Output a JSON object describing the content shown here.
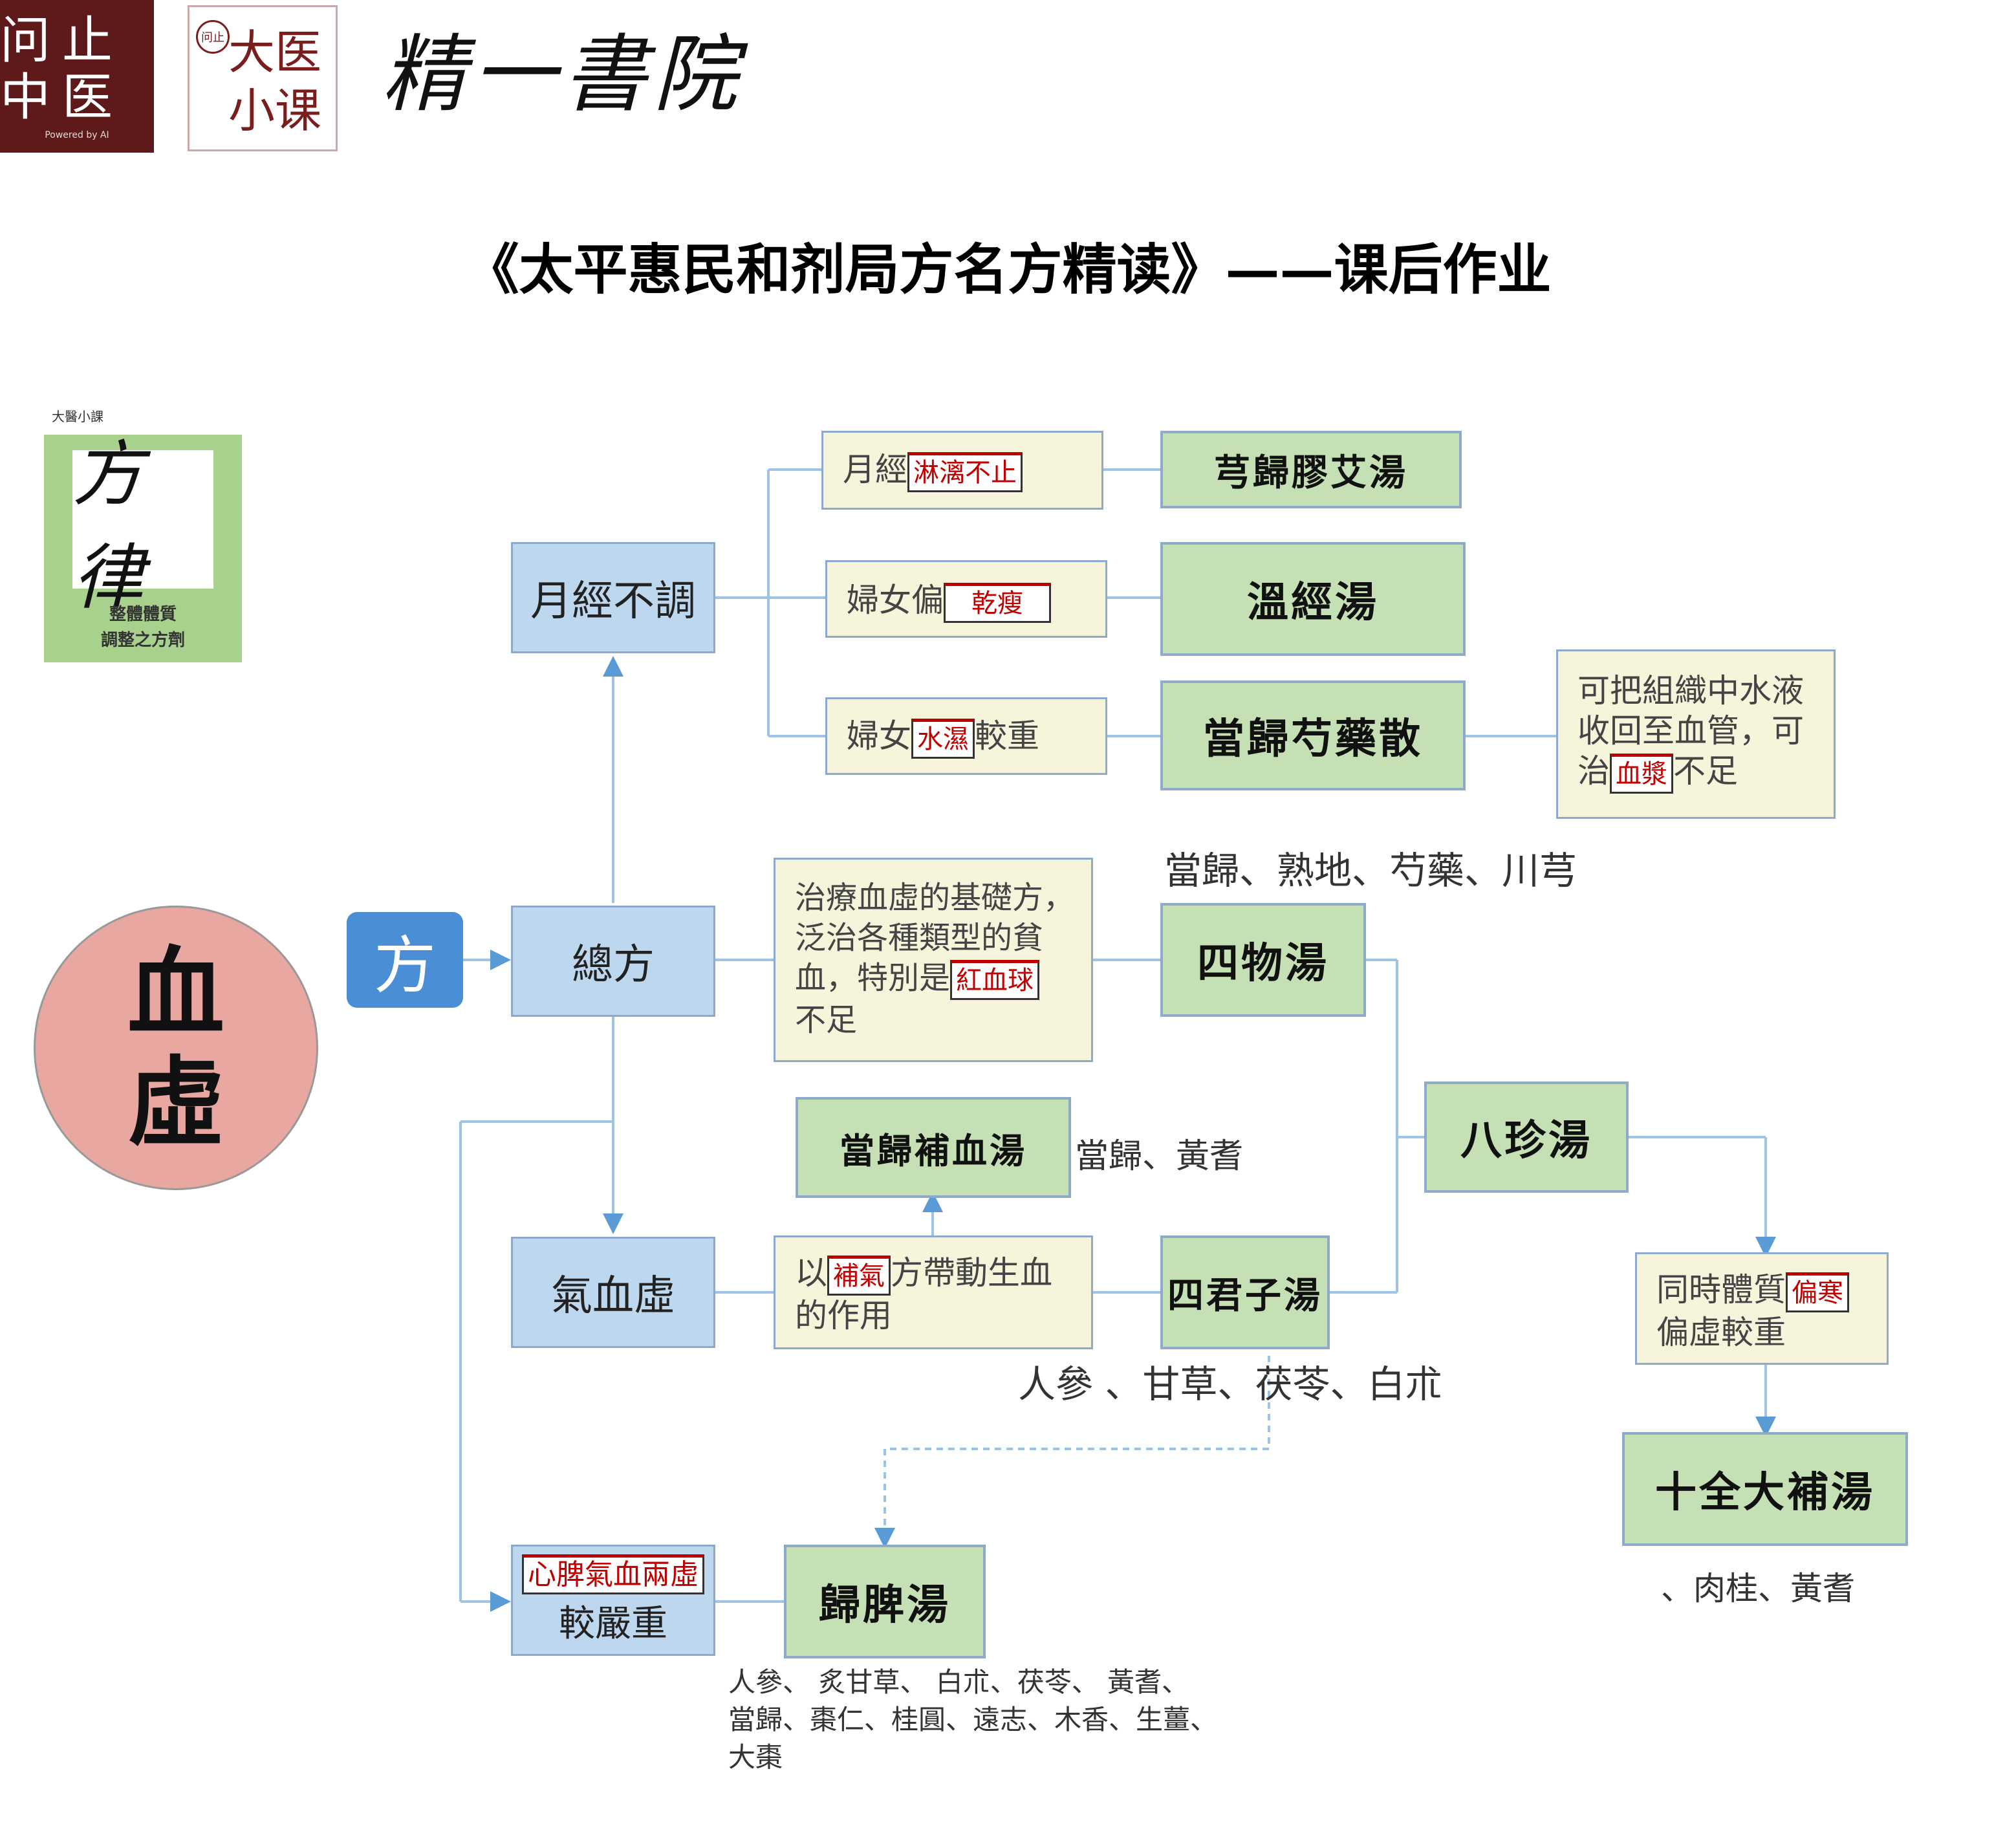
{
  "header": {
    "logo1_text": "问止中医",
    "logo1_powered": "Powered by AI",
    "logo2_seal": "问止",
    "logo2_line1": "大医",
    "logo2_line2": "小课",
    "brand": "精一書院"
  },
  "title": "《太平惠民和剂局方名方精读》——课后作业",
  "book": {
    "top_label": "大醫小課",
    "cover": "方律",
    "sub1": "整體體質",
    "sub2": "調整之方劑"
  },
  "main": {
    "circle_line1": "血",
    "circle_line2": "虛",
    "fang": "方"
  },
  "categories": {
    "yuejing": "月經不調",
    "zongfang": "總方",
    "qixue": "氣血虛",
    "xinpi_hl": "心脾氣血兩虛",
    "xinpi_rest": "較嚴重"
  },
  "conditions": {
    "c1_pre": "月經",
    "c1_hl": "淋漓不止",
    "c2_pre": "婦女偏",
    "c2_hl": "乾瘦",
    "c3_pre": "婦女",
    "c3_hl": "水濕",
    "c3_post": "較重",
    "zong_line1": "治療血虛的基礎方，",
    "zong_line2": "泛治各種類型的貧",
    "zong_line3_pre": "血，特別是",
    "zong_hl": "紅血球",
    "zong_line4": "不足",
    "qi_pre": "以",
    "qi_hl": "補氣",
    "qi_post": "方帶動生血",
    "qi_line2": "的作用",
    "danggui_note_l1": "可把組織中水液",
    "danggui_note_l2": "收回至血管，可",
    "danggui_note_l3_pre": "治",
    "danggui_note_hl": "血漿",
    "danggui_note_l3_post": "不足",
    "shiquan_l1_pre": "同時體質",
    "shiquan_hl": "偏寒",
    "shiquan_l2": "偏虛較重"
  },
  "formulas": {
    "f1": "芎歸膠艾湯",
    "f2": "溫經湯",
    "f3": "當歸芍藥散",
    "siwu": "四物湯",
    "danggui_buxue": "當歸補血湯",
    "sijunzi": "四君子湯",
    "bazhen": "八珍湯",
    "shiquan": "十全大補湯",
    "guipi": "歸脾湯"
  },
  "ingredients": {
    "siwu": "當歸、熟地、芍藥、川芎",
    "danggui_buxue": "當歸、黃耆",
    "sijunzi": "人參 、甘草、茯苓、白朮",
    "shiquan": "、肉桂、黃耆",
    "guipi_l1": "人參、 炙甘草、 白朮、茯苓、 黃耆、",
    "guipi_l2": "當歸、棗仁、桂圓、遠志、木香、生薑、",
    "guipi_l3": "大棗"
  }
}
